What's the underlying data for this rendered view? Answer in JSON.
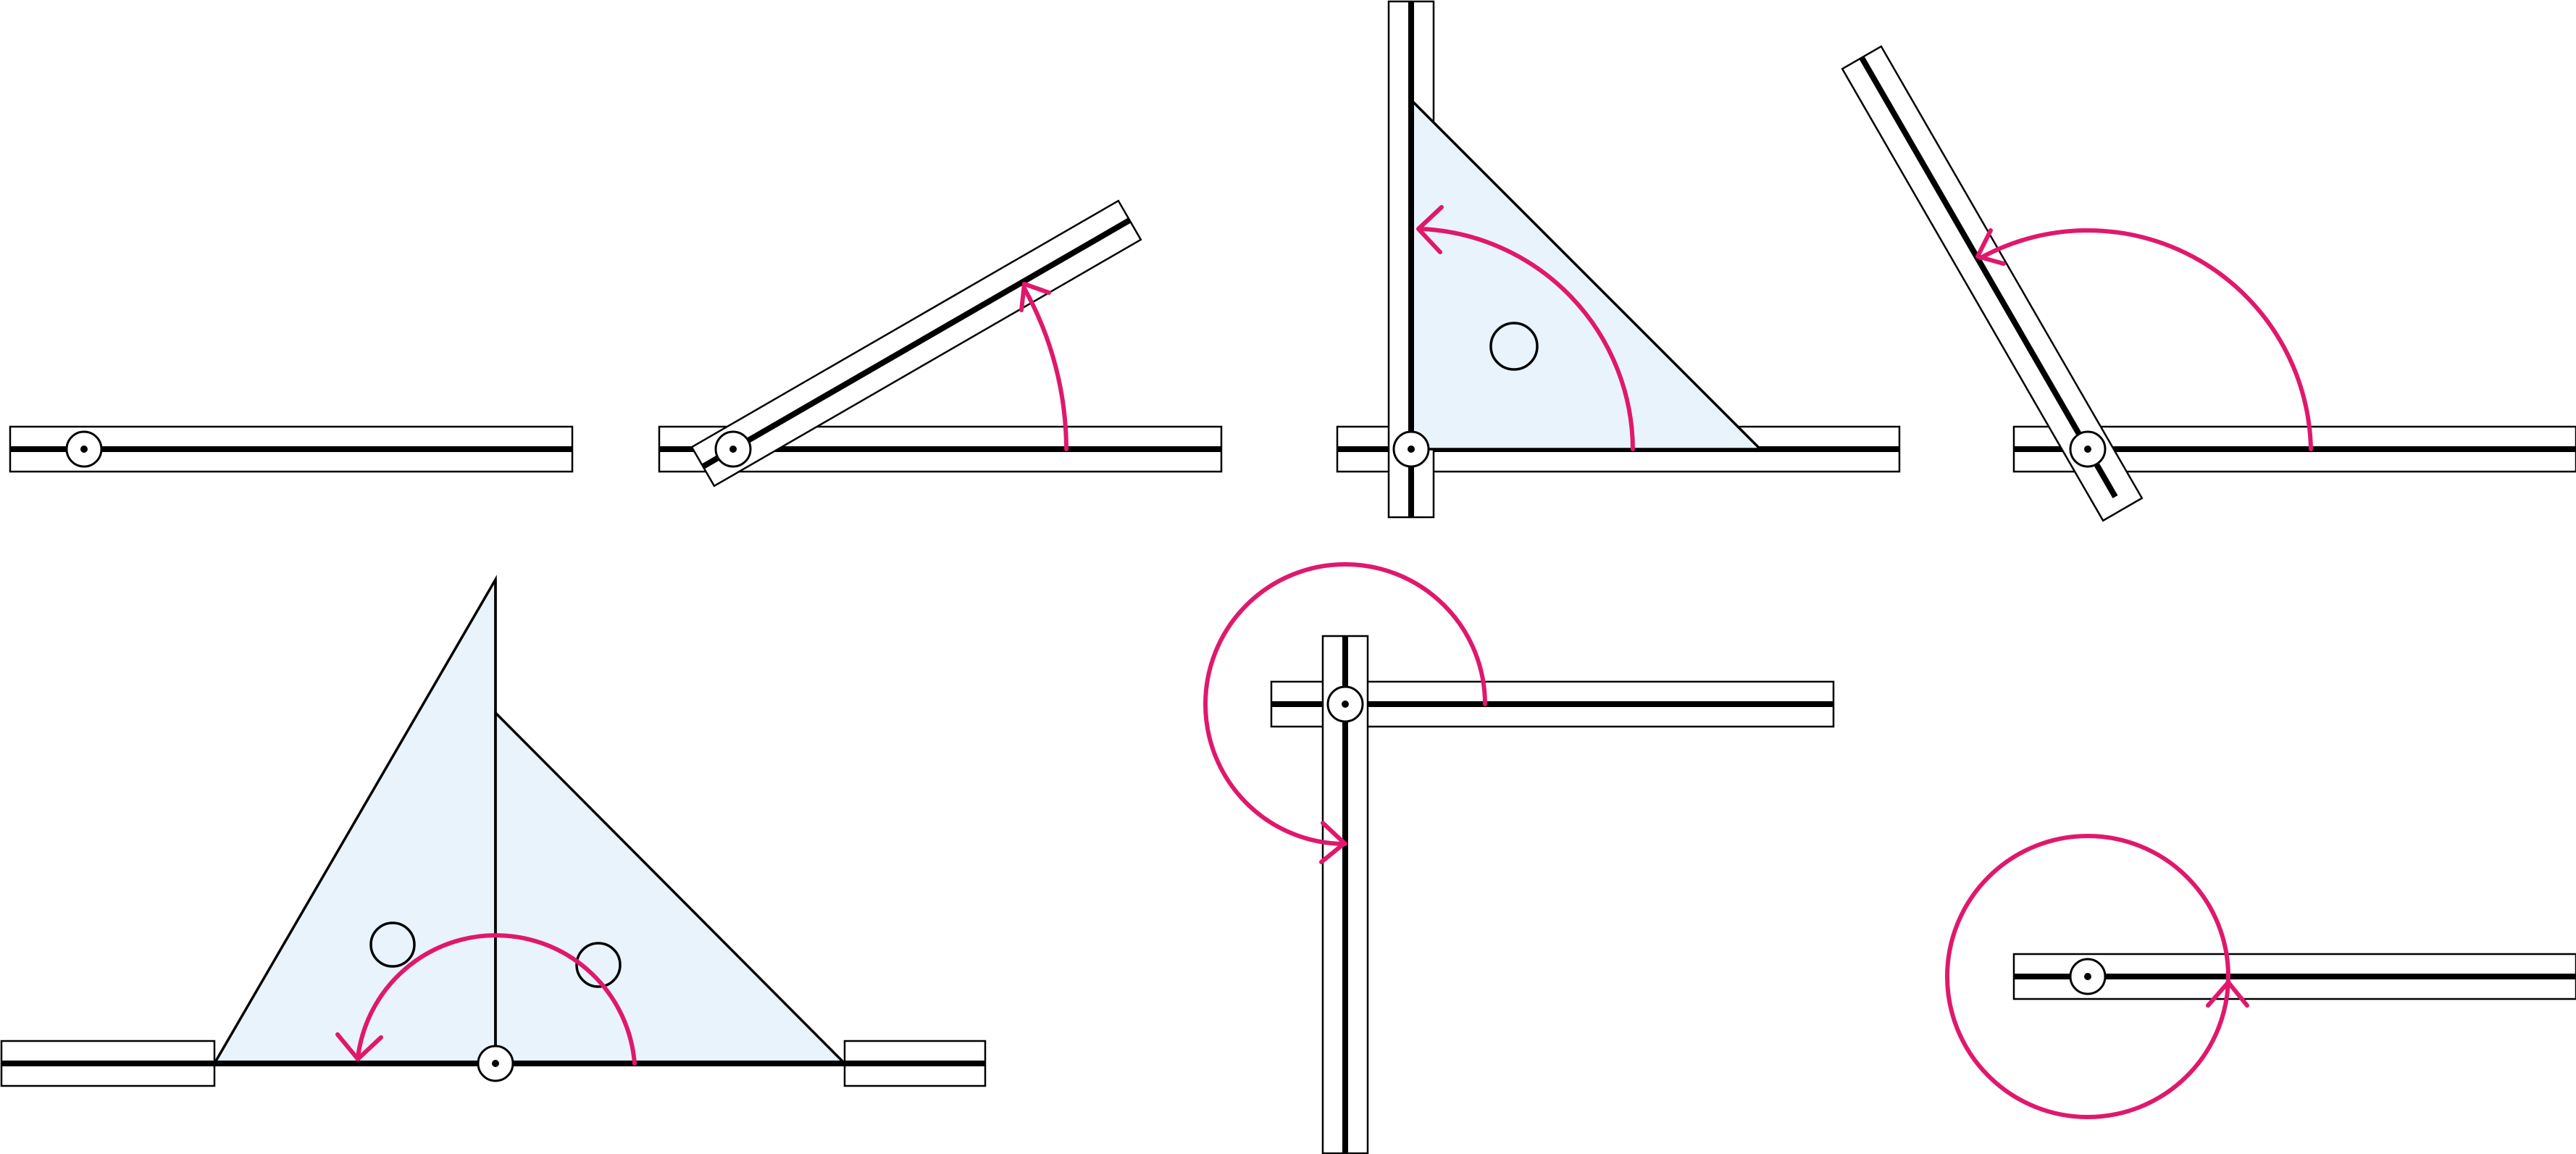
{
  "figure": {
    "panels": [
      {
        "id": "zero",
        "angle_deg": 0,
        "description_shape": "none"
      },
      {
        "id": "acute",
        "angle_deg": 30,
        "description_shape": "none"
      },
      {
        "id": "right",
        "angle_deg": 90,
        "description_shape": "set-square"
      },
      {
        "id": "obtuse",
        "angle_deg": 120,
        "description_shape": "none"
      },
      {
        "id": "straight",
        "angle_deg": 180,
        "description_shape": "two-set-squares"
      },
      {
        "id": "reflex",
        "angle_deg": 270,
        "description_shape": "none"
      },
      {
        "id": "full",
        "angle_deg": 360,
        "description_shape": "none"
      }
    ],
    "colors": {
      "arc": "#e0186c",
      "fill": "#e8f3fc",
      "stroke": "#000000",
      "background": "#ffffff"
    }
  }
}
